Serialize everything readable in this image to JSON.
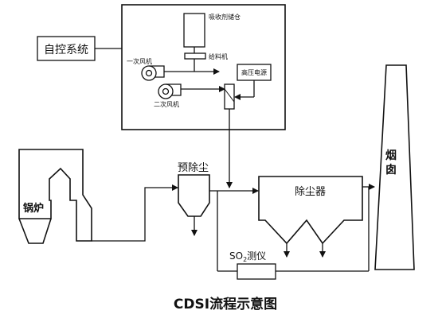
{
  "labels": {
    "auto_control": "自控系统",
    "sorbent_silo": "吸收剂储仓",
    "feeder": "给料机",
    "primary_fan": "一次风机",
    "secondary_fan": "二次风机",
    "hv_power": "高压电源",
    "boiler": "锅炉",
    "pre_collector": "预除尘",
    "dust_collector": "除尘器",
    "chimney": "烟囱",
    "so2_meter_prefix": "SO",
    "so2_meter_sub": "2",
    "so2_meter_suffix": "测仪",
    "caption": "CDSI流程示意图"
  }
}
